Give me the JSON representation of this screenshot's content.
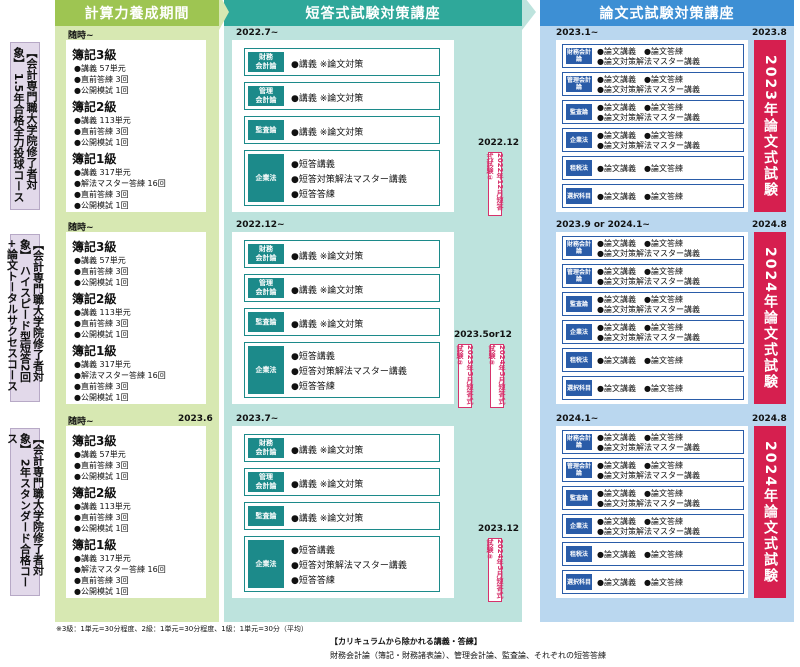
{
  "headers": {
    "calc": "計算力養成期間",
    "short": "短答式試験対策講座",
    "essay": "論文式試験対策講座"
  },
  "courses": [
    {
      "name": "【会計専門職大学院修了者対象】 1.5年合格全力投球コース",
      "calc_start": "随時~",
      "calc_end": "",
      "short_start": "2022.7~",
      "short_exam": "2022.12",
      "badges": [
        "2022年12月短答式試験①"
      ],
      "essay_start": "2023.1~",
      "essay_end": "2023.8",
      "band": "2023年論文式試験"
    },
    {
      "name": "【会計専門職大学院修了者対象】 ハイスピード型短答2回+論文トータルサクセスコース",
      "calc_start": "随時~",
      "calc_end": "",
      "short_start": "2022.12~",
      "short_exam": "2023.5or12",
      "badges": [
        "2023年5月短答式試験②",
        "2024年5月短答式試験③"
      ],
      "essay_start": "2023.9 or 2024.1~",
      "essay_end": "2024.8",
      "band": "2024年論文式試験"
    },
    {
      "name": "【会計専門職大学院修了者対象】 2年スタンダード合格コース",
      "calc_start": "随時~",
      "calc_end": "2023.6",
      "short_start": "2023.7~",
      "short_exam": "2023.12",
      "badges": [
        "2024年5月短答式試験③"
      ],
      "essay_start": "2024.1~",
      "essay_end": "2024.8",
      "band": "2024年論文式試験"
    }
  ],
  "calc_levels": [
    {
      "name": "簿記3級",
      "items": [
        "●講義 57単元",
        "●直前答練 3回",
        "●公開模試 1回"
      ]
    },
    {
      "name": "簿記2級",
      "items": [
        "●講義 113単元",
        "●直前答練 3回",
        "●公開模試 1回"
      ]
    },
    {
      "name": "簿記1級",
      "items": [
        "●講義 317単元",
        "●解法マスター答練 16回",
        "●直前答練 3回",
        "●公開模試 1回"
      ]
    }
  ],
  "short_rows": [
    {
      "tag": "財務\n会計論",
      "lines": [
        "●講義 ※論文対策"
      ]
    },
    {
      "tag": "管理\n会計論",
      "lines": [
        "●講義 ※論文対策"
      ]
    },
    {
      "tag": "監査論",
      "lines": [
        "●講義 ※論文対策"
      ]
    },
    {
      "tag": "企業法",
      "lines": [
        "●短答講義",
        "●短答対策解法マスター講義",
        "●短答答練"
      ]
    }
  ],
  "essay_rows": [
    {
      "tag": "財務会計論",
      "lines": [
        "●論文講義　●論文答練",
        "●論文対策解法マスター講義"
      ]
    },
    {
      "tag": "管理会計論",
      "lines": [
        "●論文講義　●論文答練",
        "●論文対策解法マスター講義"
      ]
    },
    {
      "tag": "監査論",
      "lines": [
        "●論文講義　●論文答練",
        "●論文対策解法マスター講義"
      ]
    },
    {
      "tag": "企業法",
      "lines": [
        "●論文講義　●論文答練",
        "●論文対策解法マスター講義"
      ]
    },
    {
      "tag": "租税法",
      "lines": [
        "●論文講義　●論文答練"
      ]
    },
    {
      "tag": "選択科目",
      "lines": [
        "●論文講義　●論文答練"
      ]
    }
  ],
  "footnote": "※3級：1単元=30分程度、2級：1単元=30分程度、1級：1単元=30分（平均）",
  "excluded_title": "【カリキュラムから除かれる講義・答練】",
  "excluded_text": "財務会計論（簿記・財務諸表論）、管理会計論、監査論、それぞれの短答答練"
}
